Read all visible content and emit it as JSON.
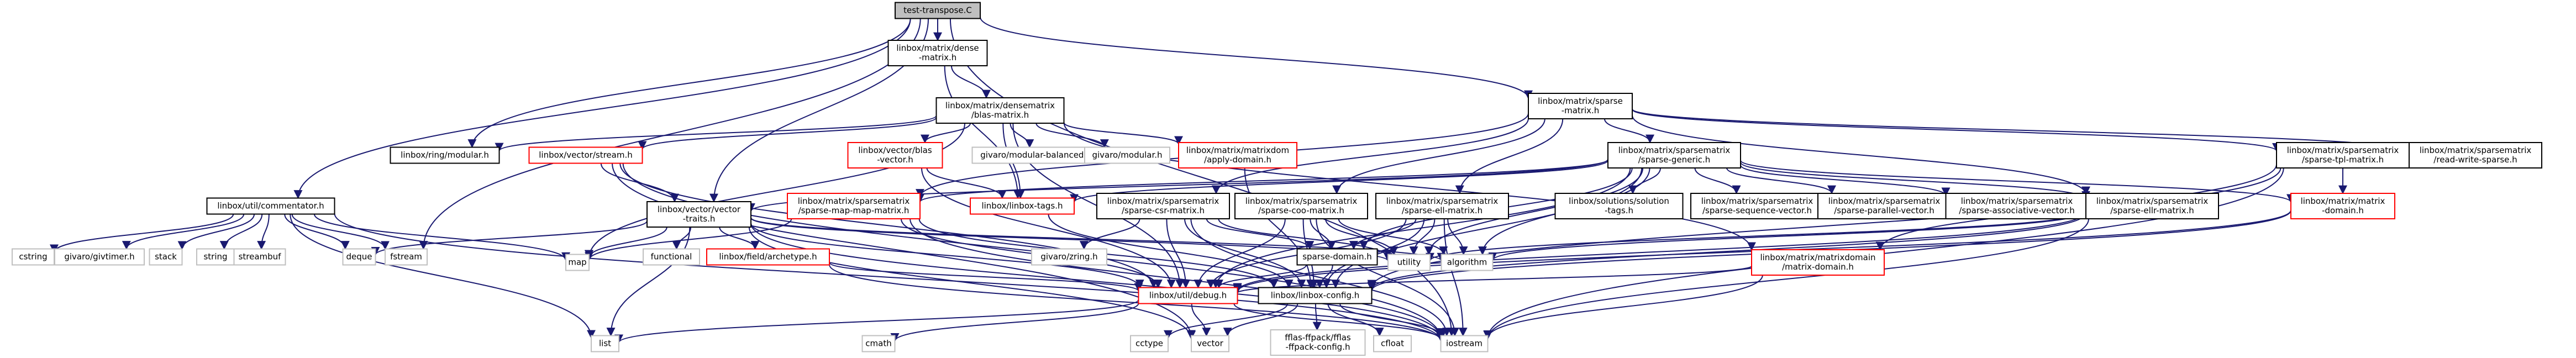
{
  "colors": {
    "edge": "#191970",
    "root_fill": "#bfbfbf",
    "node_border": "#000000",
    "plain_border": "#bfbfbf",
    "missing_border": "#ff0000"
  },
  "nodes": [
    {
      "id": "root",
      "lines": [
        "test-transpose.C"
      ],
      "style": "root"
    },
    {
      "id": "blas_dense",
      "lines": [
        "linbox/matrix/dense",
        "-matrix.h"
      ],
      "style": "box"
    },
    {
      "id": "sparse_h",
      "lines": [
        "linbox/matrix/sparse",
        "-matrix.h"
      ],
      "style": "box"
    },
    {
      "id": "commentator",
      "lines": [
        "linbox/util/commentator.h"
      ],
      "style": "box"
    },
    {
      "id": "blas_matrix",
      "lines": [
        "linbox/matrix/densematrix",
        "/blas-matrix.h"
      ],
      "style": "box"
    },
    {
      "id": "ring_modular",
      "lines": [
        "linbox/ring/modular.h"
      ],
      "style": "box"
    },
    {
      "id": "vector_stream",
      "lines": [
        "linbox/vector/stream.h"
      ],
      "style": "missing"
    },
    {
      "id": "vector_blas",
      "lines": [
        "linbox/vector/blas",
        "-vector.h"
      ],
      "style": "missing"
    },
    {
      "id": "modular_balanced",
      "lines": [
        "givaro/modular-balanced.h"
      ],
      "style": "plain"
    },
    {
      "id": "givaro_modular",
      "lines": [
        "givaro/modular.h"
      ],
      "style": "plain"
    },
    {
      "id": "apply_domain",
      "lines": [
        "linbox/matrix/matrixdom",
        "/apply-domain.h"
      ],
      "style": "missing"
    },
    {
      "id": "sparse_generic",
      "lines": [
        "linbox/matrix/sparsematrix",
        "/sparse-generic.h"
      ],
      "style": "box"
    },
    {
      "id": "sparse_tpl",
      "lines": [
        "linbox/matrix/sparsematrix",
        "/sparse-tpl-matrix.h"
      ],
      "style": "box"
    },
    {
      "id": "read_write",
      "lines": [
        "linbox/matrix/sparsematrix",
        "/read-write-sparse.h"
      ],
      "style": "box"
    },
    {
      "id": "vector_traits",
      "lines": [
        "linbox/vector/vector",
        "-traits.h"
      ],
      "style": "box"
    },
    {
      "id": "sparse_map",
      "lines": [
        "linbox/matrix/sparsematrix",
        "/sparse-map-map-matrix.h"
      ],
      "style": "missing"
    },
    {
      "id": "linbox_tags",
      "lines": [
        "linbox/linbox-tags.h"
      ],
      "style": "missing"
    },
    {
      "id": "sparse_csr",
      "lines": [
        "linbox/matrix/sparsematrix",
        "/sparse-csr-matrix.h"
      ],
      "style": "box"
    },
    {
      "id": "sparse_coo",
      "lines": [
        "linbox/matrix/sparsematrix",
        "/sparse-coo-matrix.h"
      ],
      "style": "box"
    },
    {
      "id": "sparse_ell",
      "lines": [
        "linbox/matrix/sparsematrix",
        "/sparse-ell-matrix.h"
      ],
      "style": "box"
    },
    {
      "id": "solution_tags",
      "lines": [
        "linbox/solutions/solution",
        "-tags.h"
      ],
      "style": "box"
    },
    {
      "id": "sparse_seq",
      "lines": [
        "linbox/matrix/sparsematrix",
        "/sparse-sequence-vector.h"
      ],
      "style": "box"
    },
    {
      "id": "sparse_par",
      "lines": [
        "linbox/matrix/sparsematrix",
        "/sparse-parallel-vector.h"
      ],
      "style": "box"
    },
    {
      "id": "sparse_assoc",
      "lines": [
        "linbox/matrix/sparsematrix",
        "/sparse-associative-vector.h"
      ],
      "style": "box"
    },
    {
      "id": "sparse_ellr",
      "lines": [
        "linbox/matrix/sparsematrix",
        "/sparse-ellr-matrix.h"
      ],
      "style": "box"
    },
    {
      "id": "matrix_domain",
      "lines": [
        "linbox/matrix/matrix",
        "-domain.h"
      ],
      "style": "missing"
    },
    {
      "id": "field_archetype",
      "lines": [
        "linbox/field/archetype.h"
      ],
      "style": "missing"
    },
    {
      "id": "sparse_domain",
      "lines": [
        "sparse-domain.h"
      ],
      "style": "box"
    },
    {
      "id": "matrixdomain_matrix",
      "lines": [
        "linbox/matrix/matrixdomain",
        "/matrix-domain.h"
      ],
      "style": "missing"
    },
    {
      "id": "util_debug",
      "lines": [
        "linbox/util/debug.h"
      ],
      "style": "missing"
    },
    {
      "id": "linbox_config",
      "lines": [
        "linbox/linbox-config.h"
      ],
      "style": "box"
    },
    {
      "id": "ffpack_config",
      "lines": [
        "fflas-ffpack/fflas",
        "-ffpack-config.h"
      ],
      "style": "plain"
    },
    {
      "id": "cstring",
      "lines": [
        "cstring"
      ],
      "style": "plain"
    },
    {
      "id": "givtimer",
      "lines": [
        "givaro/givtimer.h"
      ],
      "style": "plain"
    },
    {
      "id": "stack",
      "lines": [
        "stack"
      ],
      "style": "plain"
    },
    {
      "id": "string",
      "lines": [
        "string"
      ],
      "style": "plain"
    },
    {
      "id": "streambuf",
      "lines": [
        "streambuf"
      ],
      "style": "plain"
    },
    {
      "id": "deque",
      "lines": [
        "deque"
      ],
      "style": "plain"
    },
    {
      "id": "fstream",
      "lines": [
        "fstream"
      ],
      "style": "plain"
    },
    {
      "id": "map",
      "lines": [
        "map"
      ],
      "style": "plain"
    },
    {
      "id": "functional",
      "lines": [
        "functional"
      ],
      "style": "plain"
    },
    {
      "id": "givzring",
      "lines": [
        "givaro/zring.h"
      ],
      "style": "plain"
    },
    {
      "id": "utility",
      "lines": [
        "utility"
      ],
      "style": "plain"
    },
    {
      "id": "algorithm",
      "lines": [
        "algorithm"
      ],
      "style": "plain"
    },
    {
      "id": "list",
      "lines": [
        "list"
      ],
      "style": "plain"
    },
    {
      "id": "cmath",
      "lines": [
        "cmath"
      ],
      "style": "plain"
    },
    {
      "id": "cctype",
      "lines": [
        "cctype"
      ],
      "style": "plain"
    },
    {
      "id": "vector",
      "lines": [
        "vector"
      ],
      "style": "plain"
    },
    {
      "id": "cfloat",
      "lines": [
        "cfloat"
      ],
      "style": "plain"
    },
    {
      "id": "iostream",
      "lines": [
        "iostream"
      ],
      "style": "plain"
    }
  ],
  "edges": [
    [
      "root",
      "blas_dense"
    ],
    [
      "root",
      "sparse_h"
    ],
    [
      "root",
      "commentator"
    ],
    [
      "root",
      "ring_modular"
    ],
    [
      "root",
      "fstream"
    ],
    [
      "root",
      "iostream"
    ],
    [
      "root",
      "vector_traits"
    ],
    [
      "blas_dense",
      "blas_matrix"
    ],
    [
      "blas_dense",
      "linbox_tags"
    ],
    [
      "blas_matrix",
      "ring_modular"
    ],
    [
      "blas_matrix",
      "vector_stream"
    ],
    [
      "blas_matrix",
      "vector_blas"
    ],
    [
      "blas_matrix",
      "modular_balanced"
    ],
    [
      "blas_matrix",
      "givaro_modular"
    ],
    [
      "blas_matrix",
      "apply_domain"
    ],
    [
      "blas_matrix",
      "matrixdomain_matrix"
    ],
    [
      "blas_matrix",
      "linbox_tags"
    ],
    [
      "blas_matrix",
      "map"
    ],
    [
      "blas_matrix",
      "util_debug"
    ],
    [
      "vector_stream",
      "vector_traits"
    ],
    [
      "vector_stream",
      "util_debug"
    ],
    [
      "vector_stream",
      "iostream"
    ],
    [
      "vector_stream",
      "vector"
    ],
    [
      "vector_blas",
      "linbox_tags"
    ],
    [
      "vector_blas",
      "util_debug"
    ],
    [
      "apply_domain",
      "linbox_config"
    ],
    [
      "sparse_h",
      "sparse_generic"
    ],
    [
      "sparse_h",
      "sparse_tpl"
    ],
    [
      "sparse_h",
      "read_write"
    ],
    [
      "sparse_h",
      "sparse_csr"
    ],
    [
      "sparse_h",
      "sparse_coo"
    ],
    [
      "sparse_h",
      "sparse_ell"
    ],
    [
      "sparse_h",
      "sparse_ellr"
    ],
    [
      "sparse_h",
      "sparse_map"
    ],
    [
      "sparse_generic",
      "vector_traits"
    ],
    [
      "sparse_generic",
      "sparse_map"
    ],
    [
      "sparse_generic",
      "linbox_tags"
    ],
    [
      "sparse_generic",
      "solution_tags"
    ],
    [
      "sparse_generic",
      "sparse_seq"
    ],
    [
      "sparse_generic",
      "sparse_par"
    ],
    [
      "sparse_generic",
      "sparse_assoc"
    ],
    [
      "sparse_generic",
      "sparse_ellr"
    ],
    [
      "sparse_generic",
      "matrix_domain"
    ],
    [
      "sparse_generic",
      "linbox_config"
    ],
    [
      "sparse_generic",
      "util_debug"
    ],
    [
      "sparse_generic",
      "utility"
    ],
    [
      "sparse_generic",
      "algorithm"
    ],
    [
      "sparse_generic",
      "sparse_domain"
    ],
    [
      "sparse_tpl",
      "matrix_domain"
    ],
    [
      "sparse_tpl",
      "matrixdomain_matrix"
    ],
    [
      "sparse_tpl",
      "linbox_config"
    ],
    [
      "sparse_tpl",
      "iostream"
    ],
    [
      "matrix_domain",
      "linbox_config"
    ],
    [
      "matrix_domain",
      "util_debug"
    ],
    [
      "commentator",
      "cstring"
    ],
    [
      "commentator",
      "givtimer"
    ],
    [
      "commentator",
      "stack"
    ],
    [
      "commentator",
      "string"
    ],
    [
      "commentator",
      "streambuf"
    ],
    [
      "commentator",
      "deque"
    ],
    [
      "commentator",
      "fstream"
    ],
    [
      "commentator",
      "list"
    ],
    [
      "commentator",
      "iostream"
    ],
    [
      "commentator",
      "map"
    ],
    [
      "vector_traits",
      "deque"
    ],
    [
      "vector_traits",
      "map"
    ],
    [
      "vector_traits",
      "functional"
    ],
    [
      "vector_traits",
      "field_archetype"
    ],
    [
      "vector_traits",
      "list"
    ],
    [
      "vector_traits",
      "vector"
    ],
    [
      "vector_traits",
      "iostream"
    ],
    [
      "vector_traits",
      "util_debug"
    ],
    [
      "vector_traits",
      "utility"
    ],
    [
      "vector_traits",
      "algorithm"
    ],
    [
      "field_archetype",
      "util_debug"
    ],
    [
      "field_archetype",
      "iostream"
    ],
    [
      "sparse_map",
      "map"
    ],
    [
      "sparse_map",
      "util_debug"
    ],
    [
      "sparse_map",
      "linbox_config"
    ],
    [
      "sparse_map",
      "iostream"
    ],
    [
      "linbox_tags",
      "linbox_config"
    ],
    [
      "sparse_csr",
      "givzring"
    ],
    [
      "sparse_csr",
      "sparse_domain"
    ],
    [
      "sparse_csr",
      "utility"
    ],
    [
      "sparse_csr",
      "util_debug"
    ],
    [
      "sparse_csr",
      "linbox_config"
    ],
    [
      "sparse_csr",
      "iostream"
    ],
    [
      "sparse_coo",
      "sparse_domain"
    ],
    [
      "sparse_coo",
      "utility"
    ],
    [
      "sparse_coo",
      "algorithm"
    ],
    [
      "sparse_coo",
      "util_debug"
    ],
    [
      "sparse_coo",
      "linbox_config"
    ],
    [
      "sparse_coo",
      "iostream"
    ],
    [
      "sparse_ell",
      "sparse_domain"
    ],
    [
      "sparse_ell",
      "utility"
    ],
    [
      "sparse_ell",
      "algorithm"
    ],
    [
      "sparse_ell",
      "util_debug"
    ],
    [
      "sparse_ell",
      "linbox_config"
    ],
    [
      "sparse_ell",
      "iostream"
    ],
    [
      "sparse_ellr",
      "utility"
    ],
    [
      "sparse_ellr",
      "algorithm"
    ],
    [
      "sparse_ellr",
      "util_debug"
    ],
    [
      "sparse_ellr",
      "linbox_config"
    ],
    [
      "sparse_ellr",
      "iostream"
    ],
    [
      "sparse_domain",
      "util_debug"
    ],
    [
      "sparse_domain",
      "linbox_config"
    ],
    [
      "matrixdomain_matrix",
      "iostream"
    ],
    [
      "matrixdomain_matrix",
      "util_debug"
    ],
    [
      "util_debug",
      "list"
    ],
    [
      "util_debug",
      "cmath"
    ],
    [
      "util_debug",
      "vector"
    ],
    [
      "util_debug",
      "iostream"
    ],
    [
      "linbox_config",
      "ffpack_config"
    ],
    [
      "linbox_config",
      "cctype"
    ],
    [
      "linbox_config",
      "vector"
    ],
    [
      "linbox_config",
      "cfloat"
    ],
    [
      "linbox_config",
      "iostream"
    ]
  ]
}
